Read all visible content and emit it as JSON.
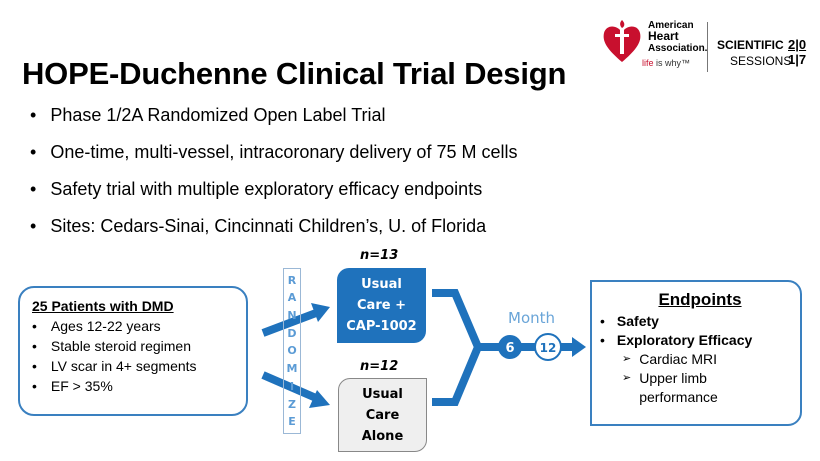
{
  "title": "HOPE-Duchenne Clinical Trial Design",
  "bullets": [
    "Phase 1/2A Randomized Open Label Trial",
    "One-time, multi-vessel, intracoronary delivery of 75 M cells",
    "Safety trial with multiple exploratory efficacy endpoints",
    "Sites: Cedars-Sinai, Cincinnati Children’s, U. of Florida"
  ],
  "logo": {
    "org_line1": "American",
    "org_line2": "Heart",
    "org_line3": "Association.",
    "tagline_a": "life",
    "tagline_b": " is why™",
    "event_line1": "SCIENTIFIC",
    "event_line2": "SESSIONS",
    "year_top": "2|0",
    "year_bottom": "1|7"
  },
  "patients": {
    "heading": "25 Patients with DMD",
    "items": [
      "Ages 12-22 years",
      "Stable steroid regimen",
      "LV scar in 4+ segments",
      "EF > 35%"
    ]
  },
  "randomize": [
    "R",
    "A",
    "N",
    "D",
    "O",
    "M",
    "I",
    "Z",
    "E"
  ],
  "arms": [
    {
      "n": "n=13",
      "label_lines": [
        "Usual",
        "Care +",
        "CAP-1002"
      ]
    },
    {
      "n": "n=12",
      "label_lines": [
        "Usual",
        "Care",
        "Alone"
      ]
    }
  ],
  "timeline": {
    "label": "Month",
    "points": [
      "6",
      "12"
    ]
  },
  "endpoints": {
    "heading": "Endpoints",
    "items": [
      "Safety",
      "Exploratory Efficacy"
    ],
    "subitems": [
      "Cardiac MRI",
      "Upper limb performance"
    ]
  },
  "colors": {
    "blue": "#1f72bc",
    "light_blue": "#5b9bd5",
    "red": "#c8102e"
  }
}
